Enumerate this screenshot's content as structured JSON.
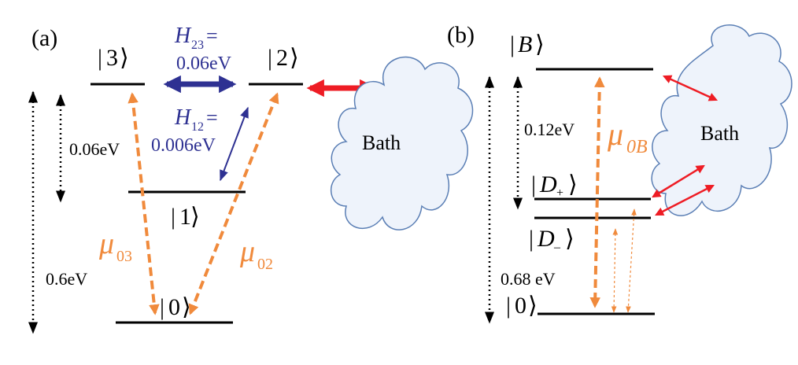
{
  "panel_a": {
    "label": "(a)",
    "kets": {
      "k3": "3",
      "k2": "2",
      "k1": "1",
      "k0": "0"
    },
    "h23": {
      "symbol": "H",
      "sub": "23",
      "eq": " =",
      "value": "0.06eV"
    },
    "h12": {
      "symbol": "H",
      "sub": "12",
      "eq": " =",
      "value": "0.006eV"
    },
    "gap_small": "0.06eV",
    "gap_large": "0.6eV",
    "mu03": {
      "symbol": "μ",
      "sub": "03"
    },
    "mu02": {
      "symbol": "μ",
      "sub": "02"
    },
    "bath": "Bath"
  },
  "panel_b": {
    "label": "(b)",
    "kets": {
      "kB": "B",
      "kDp": "D",
      "kDp_sub": "+",
      "kDm": "D",
      "kDm_sub": "–",
      "k0": "0"
    },
    "gap_small": "0.12eV",
    "gap_large": "0.68 eV",
    "mu0B": {
      "symbol": "μ",
      "sub": "0B"
    },
    "bath": "Bath"
  },
  "colors": {
    "level": "#000000",
    "coupling": "#2e3192",
    "dipole": "#f08a3c",
    "bath_arrow": "#ee1c24",
    "cloud_fill": "#eef3fb",
    "cloud_stroke": "#5b7fb5"
  }
}
